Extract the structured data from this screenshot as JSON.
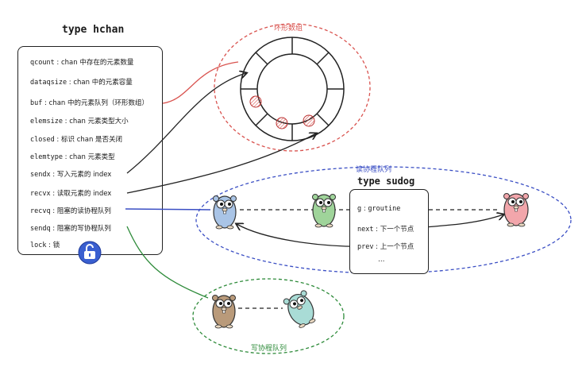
{
  "hchan": {
    "title": "type hchan",
    "fields": [
      {
        "name": "qcount",
        "desc": "chan 中存在的元素数量"
      },
      {
        "name": "dataqsize",
        "desc": "chan 中的元素容量"
      },
      {
        "name": "buf",
        "desc": "chan 中的元素队列（环形数组）"
      },
      {
        "name": "elemsize",
        "desc": "chan 元素类型大小"
      },
      {
        "name": "closed",
        "desc": "标识 chan 是否关闭"
      },
      {
        "name": "elemtype",
        "desc": "chan 元素类型"
      },
      {
        "name": "sendx",
        "desc": "写入元素的 index"
      },
      {
        "name": "recvx",
        "desc": "读取元素的 index"
      },
      {
        "name": "recvq",
        "desc": "阻塞的读协程队列"
      },
      {
        "name": "sendq",
        "desc": "阻塞的写协程队列"
      },
      {
        "name": "lock",
        "desc": "锁"
      }
    ]
  },
  "ring_label": "环形数组",
  "recv_queue_label": "读协程队列",
  "send_queue_label": "写协程队列",
  "sudog": {
    "title": "type sudog",
    "fields": [
      {
        "name": "g",
        "desc": "groutine"
      },
      {
        "name": "next",
        "desc": "下一个节点"
      },
      {
        "name": "prev",
        "desc": "上一个节点"
      },
      {
        "name": "…",
        "desc": ""
      }
    ]
  },
  "colors": {
    "ring_outline": "#d9534f",
    "recv_outline": "#3b4fc4",
    "send_outline": "#2e8b3a",
    "lock_badge": "#3a5fd0",
    "gopher_blue": "#a9c4e6",
    "gopher_green": "#9fd49a",
    "gopher_pink": "#f2a6ab",
    "gopher_brown": "#b99a7a",
    "gopher_teal": "#a9dcd6"
  },
  "icons": [
    "lock-icon",
    "gopher-icon"
  ]
}
